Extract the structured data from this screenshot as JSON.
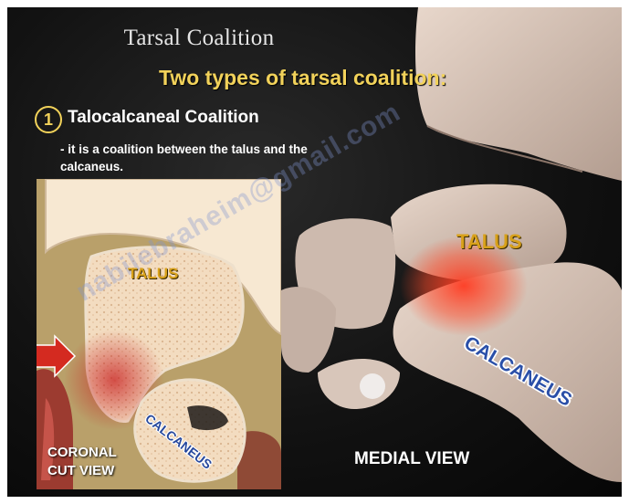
{
  "slide": {
    "title": "Tarsal Coalition",
    "subtitle": "Two types of tarsal coalition:",
    "item_number": "1",
    "item_heading": "Talocalcaneal Coalition",
    "item_description": "- it is a coalition between the talus and the calcaneus."
  },
  "coronal_figure": {
    "talus_label": "TALUS",
    "calcaneus_label": "CALCANEUS",
    "view_label_line1": "CORONAL",
    "view_label_line2": "CUT VIEW"
  },
  "medial_figure": {
    "talus_label": "TALUS",
    "calcaneus_label": "CALCANEUS",
    "view_label": "MEDIAL VIEW"
  },
  "watermark": "nabilebraheim@gmail.com",
  "colors": {
    "background": "#121212",
    "subtitle": "#f2d25a",
    "talus_label": "#d8a11a",
    "calcaneus_label": "#2a4fa8",
    "arrow": "#d42a20"
  }
}
